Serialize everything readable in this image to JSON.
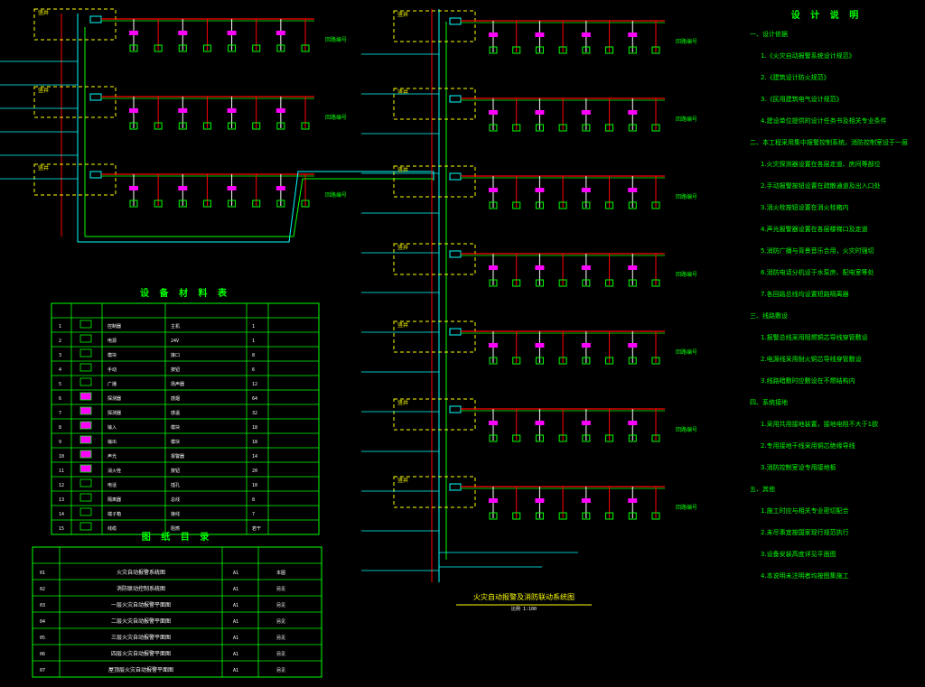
{
  "colors": {
    "background": "#000000",
    "feeder": "#ff0000",
    "bus": "#00ffff",
    "panel": "#ffff00",
    "device_outline": "#00ff00",
    "device_fill": "#ff00ff",
    "grid": "#00ff00",
    "note_text": "#00ff00"
  },
  "left_blocks": [
    {
      "label": "竖井",
      "side_note": "回路编号"
    },
    {
      "label": "竖井",
      "side_note": "回路编号"
    },
    {
      "label": "竖井",
      "side_note": "回路编号"
    }
  ],
  "right_blocks": [
    {
      "label": "竖井",
      "side_note": "回路编号"
    },
    {
      "label": "竖井",
      "side_note": "回路编号"
    },
    {
      "label": "竖井",
      "side_note": "回路编号"
    },
    {
      "label": "竖井",
      "side_note": "回路编号"
    },
    {
      "label": "竖井",
      "side_note": "回路编号"
    },
    {
      "label": "竖井",
      "side_note": "回路编号"
    },
    {
      "label": "竖井",
      "side_note": "回路编号"
    }
  ],
  "legend": {
    "title": "设 备 材 料 表",
    "rows": [
      {
        "no": "1",
        "name": "控制器",
        "model": "主机",
        "qty": "1"
      },
      {
        "no": "2",
        "name": "电源",
        "model": "24V",
        "qty": "1"
      },
      {
        "no": "3",
        "name": "模块",
        "model": "接口",
        "qty": "8"
      },
      {
        "no": "4",
        "name": "手动",
        "model": "按钮",
        "qty": "6"
      },
      {
        "no": "5",
        "name": "广播",
        "model": "扬声器",
        "qty": "12"
      },
      {
        "no": "6",
        "name": "探测器",
        "model": "感烟",
        "qty": "64"
      },
      {
        "no": "7",
        "name": "探测器",
        "model": "感温",
        "qty": "32"
      },
      {
        "no": "8",
        "name": "输入",
        "model": "模块",
        "qty": "18"
      },
      {
        "no": "9",
        "name": "输出",
        "model": "模块",
        "qty": "18"
      },
      {
        "no": "10",
        "name": "声光",
        "model": "报警器",
        "qty": "14"
      },
      {
        "no": "11",
        "name": "消火栓",
        "model": "按钮",
        "qty": "20"
      },
      {
        "no": "12",
        "name": "电话",
        "model": "插孔",
        "qty": "10"
      },
      {
        "no": "13",
        "name": "隔离器",
        "model": "总线",
        "qty": "8"
      },
      {
        "no": "14",
        "name": "端子箱",
        "model": "接线",
        "qty": "7"
      },
      {
        "no": "15",
        "name": "线缆",
        "model": "阻燃",
        "qty": "若干"
      }
    ]
  },
  "drawing_list": {
    "title": "图 纸 目 录",
    "rows": [
      {
        "no": "01",
        "name": "火灾自动报警系统图",
        "size": "A1",
        "note": "本图"
      },
      {
        "no": "02",
        "name": "消防联动控制系统图",
        "size": "A1",
        "note": "另见"
      },
      {
        "no": "03",
        "name": "一层火灾自动报警平面图",
        "size": "A1",
        "note": "另见"
      },
      {
        "no": "04",
        "name": "二层火灾自动报警平面图",
        "size": "A1",
        "note": "另见"
      },
      {
        "no": "05",
        "name": "三层火灾自动报警平面图",
        "size": "A1",
        "note": "另见"
      },
      {
        "no": "06",
        "name": "四层火灾自动报警平面图",
        "size": "A1",
        "note": "另见"
      },
      {
        "no": "07",
        "name": "屋顶层火灾自动报警平面图",
        "size": "A1",
        "note": "另见"
      }
    ]
  },
  "diagram_title": "火灾自动报警及消防联动系统图",
  "diagram_subtitle": "比例 1:100",
  "notes": {
    "title": "设 计 说 明",
    "lines": [
      "一、设计依据",
      "1.《火灾自动报警系统设计规范》",
      "2.《建筑设计防火规范》",
      "3.《民用建筑电气设计规范》",
      "4.建设单位提供的设计任务书及相关专业条件",
      "二、本工程采用集中报警控制系统，消防控制室设于一层",
      "1.火灾探测器设置在各层走道、房间等部位",
      "2.手动报警按钮设置在疏散通道及出入口处",
      "3.消火栓按钮设置在消火栓箱内",
      "4.声光报警器设置在各层楼梯口及走道",
      "5.消防广播与背景音乐合用，火灾时强切",
      "6.消防电话分机设于水泵房、配电室等处",
      "7.各回路总线均设置短路隔离器",
      "三、线路敷设",
      "1.报警总线采用阻燃铜芯导线穿管敷设",
      "2.电源线采用耐火铜芯导线穿管敷设",
      "3.线路暗敷时应敷设在不燃结构内",
      "四、系统接地",
      "1.采用共用接地装置，接地电阻不大于1欧",
      "2.专用接地干线采用铜芯绝缘导线",
      "3.消防控制室设专用接地板",
      "五、其他",
      "1.施工时应与相关专业密切配合",
      "2.未尽事宜按国家现行规范执行",
      "3.设备安装高度详见平面图",
      "4.本说明未注明者均按图集施工"
    ]
  }
}
